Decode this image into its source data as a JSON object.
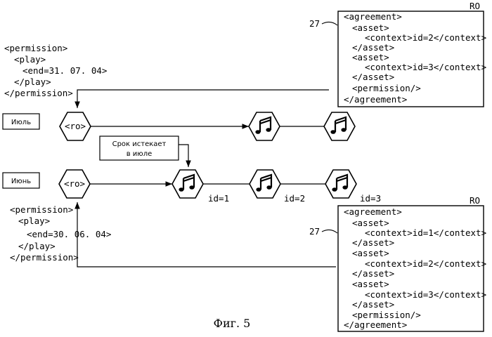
{
  "permission_top": [
    "<permission>",
    "<play>",
    "<end=31. 07. 04>",
    "</play>",
    "</permission>"
  ],
  "permission_bottom": [
    "<permission>",
    "<play>",
    "<end=30. 06. 04>",
    "</play>",
    "</permission>"
  ],
  "month_top": "Июль",
  "month_bottom": "Июнь",
  "ro_node_label": "<ro>",
  "note_line1": "Срок истекает",
  "note_line2": "в июле",
  "id_labels": [
    "id=1",
    "id=2",
    "id=3"
  ],
  "ro_box_top": {
    "ref": "27",
    "title": "RO",
    "lines": [
      "<agreement>",
      "<asset>",
      "<context>id=2</context>",
      "</asset>",
      "<asset>",
      "<context>id=3</context>",
      "</asset>",
      "<permission/>",
      "</agreement>"
    ]
  },
  "ro_box_bottom": {
    "ref": "27",
    "title": "RO",
    "lines": [
      "<agreement>",
      "<asset>",
      "<context>id=1</context>",
      "</asset>",
      "<asset>",
      "<context>id=2</context>",
      "</asset>",
      "<asset>",
      "<context>id=3</context>",
      "</asset>",
      "<permission/>",
      "</agreement>"
    ]
  },
  "caption": "Фиг. 5",
  "icons": {
    "content_node": "music-note-hexagon-icon",
    "ro_node": "hexagon"
  }
}
